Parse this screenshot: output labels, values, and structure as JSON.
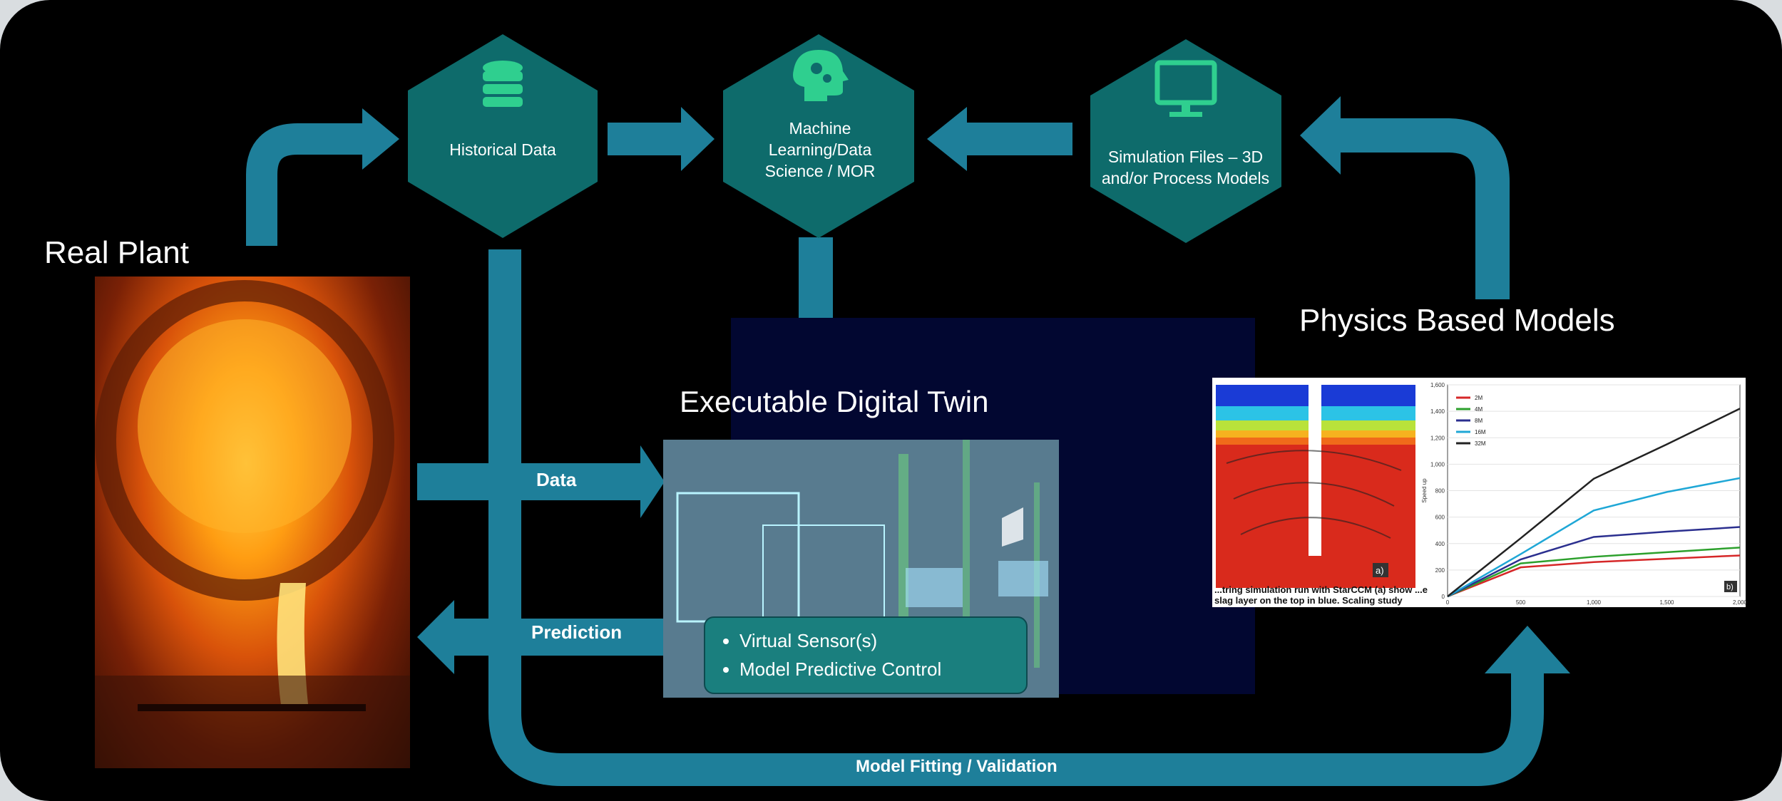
{
  "nodes": {
    "historical": {
      "label": "Historical Data",
      "icon": "database-icon"
    },
    "ml": {
      "label": "Machine Learning/Data Science / MOR",
      "icon": "head-gears-icon"
    },
    "sim": {
      "label": "Simulation Files – 3D and/or Process Models",
      "icon": "monitor-icon"
    }
  },
  "labels": {
    "real_plant": "Real Plant",
    "physics": "Physics Based Models",
    "twin_title": "Executable Digital Twin"
  },
  "arrows": {
    "data": "Data",
    "prediction": "Prediction",
    "fitting": "Model Fitting / Validation"
  },
  "twin_bullets": [
    "Virtual Sensor(s)",
    "Model Predictive Control"
  ],
  "sim_panel": {
    "caption": "...tring simulation run with StarCCM (a) show ...e slag layer on the top in blue. Scaling study",
    "panel_a": "a)",
    "panel_b": "b)",
    "ylabel": "Speed up"
  },
  "chart_data": {
    "type": "line",
    "x": [
      0,
      500,
      1000,
      1500,
      2000
    ],
    "xticks": [
      "0",
      "500",
      "1,000",
      "1,500",
      "2,000"
    ],
    "yticks": [
      "0",
      "200",
      "400",
      "600",
      "800",
      "1,000",
      "1,200",
      "1,400",
      "1,600"
    ],
    "ylim": [
      0,
      1600
    ],
    "ylabel": "Speed up",
    "series": [
      {
        "name": "2M",
        "color": "#d62728",
        "values": [
          0,
          220,
          260,
          285,
          310
        ]
      },
      {
        "name": "4M",
        "color": "#2ca02c",
        "values": [
          0,
          250,
          300,
          335,
          370
        ]
      },
      {
        "name": "8M",
        "color": "#2b2f8f",
        "values": [
          0,
          280,
          450,
          490,
          525
        ]
      },
      {
        "name": "16M",
        "color": "#1fa7d6",
        "values": [
          0,
          320,
          650,
          790,
          895
        ]
      },
      {
        "name": "32M",
        "color": "#222222",
        "values": [
          0,
          440,
          890,
          1150,
          1420
        ]
      }
    ]
  },
  "colors": {
    "background": "#000000",
    "arrow": "#1e7f9a",
    "hex_fill": "#0e6b6b",
    "icon": "#2fcf8f"
  }
}
